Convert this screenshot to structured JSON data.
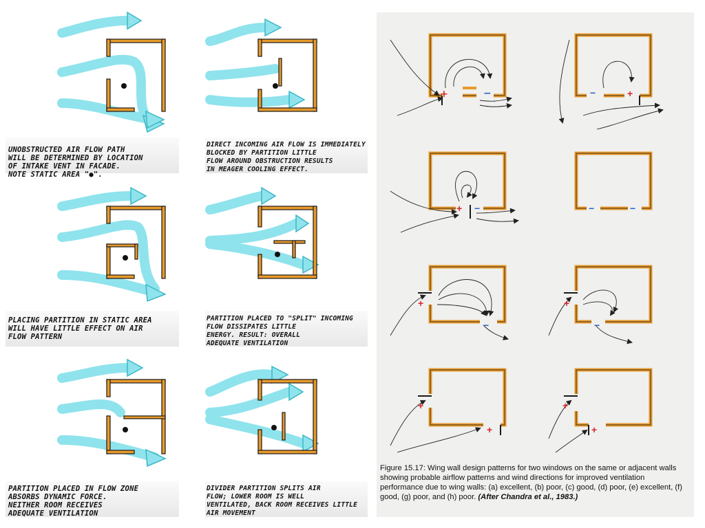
{
  "sketches": [
    {
      "id": "a",
      "caption": "UNOBSTRUCTED AIR FLOW PATH\nWILL BE DETERMINED BY LOCATION\nOF INTAKE VENT IN FACADE.\nNOTE STATIC AREA \"●\"."
    },
    {
      "id": "b",
      "caption": "DIRECT INCOMING AIR FLOW IS IMMEDIATELY BLOCKED BY PARTITION LITTLE\nFLOW AROUND OBSTRUCTION RESULTS\nIN MEAGER COOLING EFFECT."
    },
    {
      "id": "c",
      "caption": "PLACING PARTITION IN STATIC AREA\nWILL HAVE LITTLE EFFECT ON AIR\nFLOW PATTERN"
    },
    {
      "id": "d",
      "caption": "PARTITION PLACED TO \"SPLIT\" INCOMING FLOW DISSIPATES LITTLE\nENERGY. RESULT: OVERALL\nADEQUATE VENTILATION"
    },
    {
      "id": "e",
      "caption": "PARTITION PLACED IN FLOW ZONE\nABSORBS DYNAMIC FORCE.\nNEITHER ROOM RECEIVES\nADEQUATE VENTILATION"
    },
    {
      "id": "f",
      "caption": "DIVIDER PARTITION SPLITS AIR\nFLOW; LOWER ROOM IS WELL\nVENTILATED, BACK ROOM RECEIVES LITTLE AIR MOVEMENT"
    }
  ],
  "figure": {
    "label": "Figure 15.17:",
    "text": " Wing wall design patterns for two windows on the same or adjacent walls showing probable airflow patterns and wind directions for improved ventilation performance due to wing walls: (a) excellent, (b) poor, (c) good, (d) poor, (e) excellent, (f) good, (g) poor, and (h) poor. ",
    "credit": "(After Chandra et al., 1983.)"
  },
  "pressure_marks": {
    "positive": "+",
    "negative": "−"
  },
  "colors": {
    "airflow": "#8fe3ec",
    "airflow_edge": "#3bb6c6",
    "wall": "#e89a2c",
    "wall_edge": "#1a1a1a",
    "plus": "#d8262b",
    "minus": "#2a63c4"
  }
}
